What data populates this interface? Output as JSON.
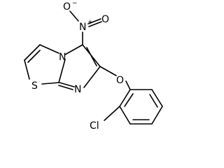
{
  "atoms": {
    "oxide_o": "O",
    "nitro_n": "N",
    "nitro_plus": "+",
    "nitro_minus": "−",
    "nitro_o": "O",
    "ring_n": "N",
    "ether_o": "O",
    "thiazole_s": "S",
    "imine_n": "N",
    "chloro": "Cl"
  }
}
